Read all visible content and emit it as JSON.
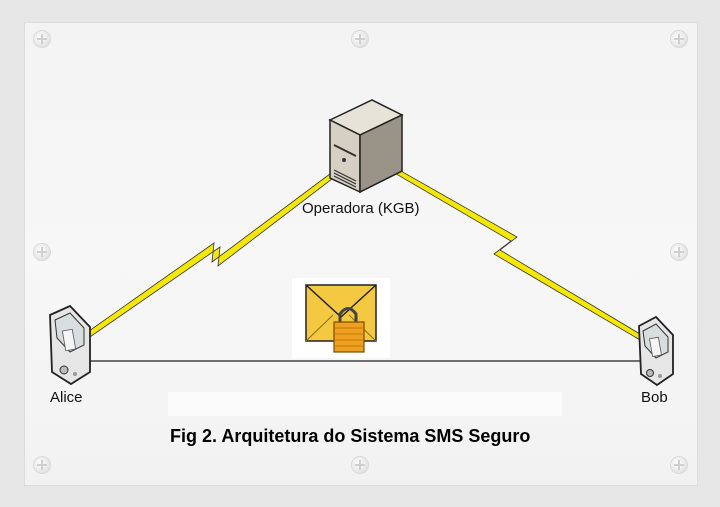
{
  "diagram": {
    "nodes": {
      "server": {
        "label": "Operadora (KGB)",
        "icon": "server-icon"
      },
      "alice": {
        "label": "Alice",
        "icon": "mobile-phone-icon"
      },
      "bob": {
        "label": "Bob",
        "icon": "mobile-phone-icon"
      },
      "message": {
        "icon": "locked-envelope-icon"
      }
    },
    "edges": [
      {
        "from": "alice",
        "to": "server",
        "style": "lightning-bolt",
        "color": "#f0e000"
      },
      {
        "from": "bob",
        "to": "server",
        "style": "lightning-bolt",
        "color": "#f0e000"
      },
      {
        "from": "alice",
        "to": "bob",
        "style": "line",
        "color": "#222222"
      }
    ],
    "caption": "Fig 2. Arquitetura do Sistema SMS Seguro"
  },
  "colors": {
    "bolt": "#f0e000",
    "envelope": "#f5c842",
    "lock": "#f0a020"
  }
}
